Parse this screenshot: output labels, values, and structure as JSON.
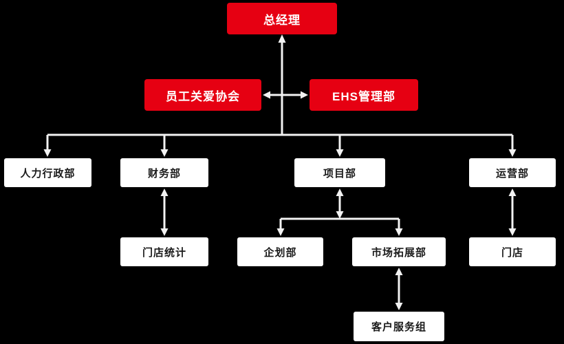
{
  "colors": {
    "background": "#000000",
    "accent_red": "#e60012",
    "node_background": "#ffffff",
    "node_text": "#1a1a1a",
    "connector": "#f2f2f2"
  },
  "nodes": {
    "general_manager": "总经理",
    "employee_care": "员工关爱协会",
    "ehs": "EHS管理部",
    "hr_admin": "人力行政部",
    "finance": "财务部",
    "project": "项目部",
    "operations": "运营部",
    "store_statistics": "门店统计",
    "planning": "企划部",
    "market_expansion": "市场拓展部",
    "customer_service": "客户服务组",
    "store": "门店"
  }
}
